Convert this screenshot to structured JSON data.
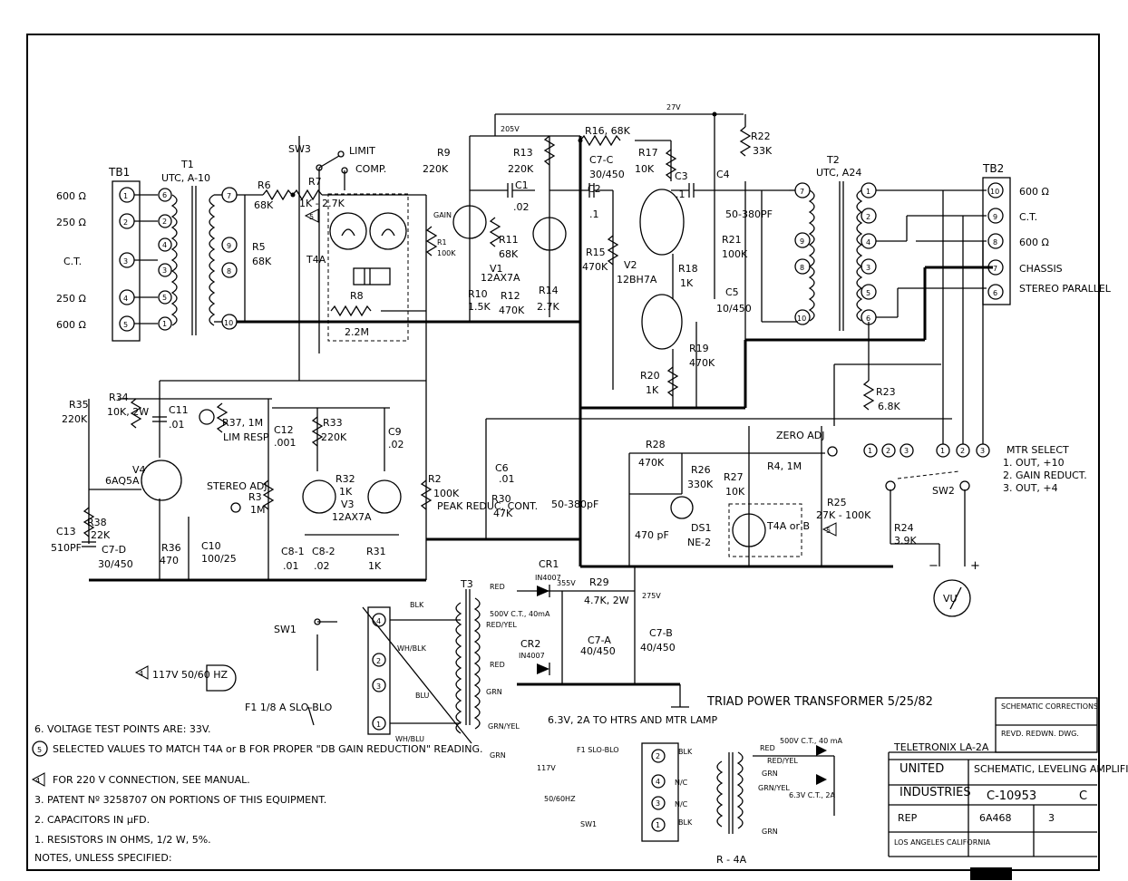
{
  "tb1": {
    "title": "TB1",
    "terminals": [
      {
        "num": "1",
        "label": "600 Ω"
      },
      {
        "num": "2",
        "label": "250 Ω"
      },
      {
        "num": "3",
        "label": "C.T."
      },
      {
        "num": "4",
        "label": "250 Ω"
      },
      {
        "num": "5",
        "label": "600 Ω"
      }
    ]
  },
  "tb2": {
    "title": "TB2",
    "terminals": [
      {
        "num": "10",
        "label": "600 Ω"
      },
      {
        "num": "9",
        "label": "C.T."
      },
      {
        "num": "8",
        "label": "600 Ω"
      },
      {
        "num": "7",
        "label": "CHASSIS"
      },
      {
        "num": "6",
        "label": "STEREO PARALLEL"
      }
    ]
  },
  "t1": {
    "name": "T1",
    "type": "UTC, A-10",
    "pri_pins": [
      "6",
      "2",
      "4",
      "3",
      "5",
      "1"
    ],
    "sec_pins": [
      "7",
      "9",
      "8",
      "10"
    ]
  },
  "t2": {
    "name": "T2",
    "type": "UTC, A24",
    "pri_pins": [
      "7",
      "9",
      "8",
      "10"
    ],
    "sec_pins": [
      "1",
      "2",
      "4",
      "3",
      "5",
      "6"
    ]
  },
  "t3": {
    "name": "T3"
  },
  "components": {
    "r6": "R6",
    "r6v": "68K",
    "r5": "R5",
    "r5v": "68K",
    "r7": "R7",
    "r7v": "1K - 2.7K",
    "r8": "R8",
    "r8v": "2.2M",
    "sw3": "SW3",
    "limit": "LIMIT",
    "comp": "COMP.",
    "t4a": "T4A",
    "gain": "GAIN",
    "r1": "R1",
    "r1v": "100K",
    "r9": "R9",
    "r9v": "220K",
    "r13": "R13",
    "r13v": "220K",
    "c1": "C1",
    "c1v": ".02",
    "r10": "R10",
    "r10v": "1.5K",
    "r11": "R11",
    "r11v": "68K",
    "r12": "R12",
    "r12v": "470K",
    "v1": "V1",
    "v1t": "12AX7A",
    "r14": "R14",
    "r14v": "2.7K",
    "r16": "R16, 68K",
    "c7c": "C7-C",
    "c7cv": "30/450",
    "c2": "C2",
    "c2v": ".1",
    "r15": "R15",
    "r15v": "470K",
    "r17": "R17",
    "r17v": "10K",
    "c3": "C3",
    "c3v": ".1",
    "v2": "V2",
    "v2t": "12BH7A",
    "r18": "R18",
    "r18v": "1K",
    "r20": "R20",
    "r20v": "1K",
    "r19": "R19",
    "r19v": "470K",
    "c4": "C4",
    "c4v": "50-380PF",
    "r21": "R21",
    "r21v": "100K",
    "c5": "C5",
    "c5v": "10/450",
    "r22": "R22",
    "r22v": "33K",
    "v27": "27V",
    "v205": "205V",
    "r35": "R35",
    "r35v": "220K",
    "r34": "R34",
    "r34v": "10K, 2W",
    "c11": "C11",
    "c11v": ".01",
    "r37": "R37, 1M",
    "limresp": "LIM RESP",
    "c12": "C12",
    "c12v": ".001",
    "r33": "R33",
    "r33v": "220K",
    "c9": "C9",
    "c9v": ".02",
    "v4": "V4",
    "v4t": "6AQ5A",
    "stereo_adj": "STEREO ADJ",
    "r3": "R3",
    "r3v": "1M",
    "r32": "R32",
    "r32v": "1K",
    "v3": "V3",
    "v3t": "12AX7A",
    "r2": "R2",
    "r2v": "100K",
    "peak": "PEAK REDUC. CONT.",
    "c6": "C6",
    "c6v": ".01",
    "r30": "R30",
    "r30v": "47K",
    "c50": "50-380pF",
    "r38": "R38",
    "r38v": "22K",
    "c7d": "C7-D",
    "c7dv": "30/450",
    "r36": "R36",
    "r36v": "470",
    "c10": "C10",
    "c10v": "100/25",
    "c13": "C13",
    "c13v": "510PF",
    "c81": "C8-1",
    "c81v": ".01",
    "c82": "C8-2",
    "c82v": ".02",
    "r31": "R31",
    "r31v": "1K",
    "r28": "R28",
    "r28v": "470K",
    "r26": "R26",
    "r26v": "330K",
    "r27": "R27",
    "r27v": "10K",
    "zero": "ZERO ADJ",
    "r4": "R4, 1M",
    "r25": "R25",
    "r25v": "27K - 100K",
    "r23": "R23",
    "r23v": "6.8K",
    "r24": "R24",
    "r24v": "3.9K",
    "c470": "470 pF",
    "ds1": "DS1",
    "ds1t": "NE-2",
    "t4ab": "T4A or B",
    "sw2": "SW2",
    "mtr_select": [
      "MTR SELECT",
      "1. OUT, +10",
      "2. GAIN REDUCT.",
      "3. OUT, +4"
    ],
    "cr1": "CR1",
    "cr1t": "IN4007",
    "cr2": "CR2",
    "cr2t": "IN4007",
    "r29": "R29",
    "r29v": "4.7K, 2W",
    "c7a": "C7-A",
    "c7av": "40/450",
    "c7b": "C7-B",
    "c7bv": "40/450",
    "red": "RED",
    "redyel": "RED/YEL",
    "sec": "500V C.T., 40mA",
    "blk": "BLK",
    "whblk": "WH/BLK",
    "blu": "BLU",
    "whblu": "WH/BLU",
    "grn": "GRN",
    "grnyel": "GRN/YEL",
    "heaters": "6.3V, 2A TO HTRS AND MTR LAMP",
    "sw1": "SW1",
    "ac": "117V 50/60 HZ",
    "fuse": "F1 1/8 A SLO-BLO",
    "v355": "355V",
    "v275": "275V",
    "triad": "TRIAD POWER TRANSFORMER  5/25/82"
  },
  "inset": {
    "ac": "117V",
    "freq": "50/60HZ",
    "fuse": "F1 SLO-BLO",
    "sw1": "SW1",
    "blk": "BLK",
    "nc1": "N/C",
    "nc2": "N/C",
    "blk2": "BLK",
    "red": "RED",
    "sec": "500V C.T., 40 mA",
    "redyel": "RED/YEL",
    "grn": "GRN",
    "grnyel": "GRN/YEL",
    "grn2": "GRN",
    "htr": "6.3V C.T., 2A",
    "label": "R - 4A"
  },
  "notes": [
    "6. VOLTAGE TEST POINTS ARE: 33V.",
    "SELECTED VALUES TO MATCH T4A or B FOR PROPER \"DB GAIN REDUCTION\" READING.",
    "FOR 220 V CONNECTION, SEE MANUAL.",
    "3. PATENT Nº 3258707 ON PORTIONS OF THIS EQUIPMENT.",
    "2. CAPACITORS IN μFD.",
    "1. RESISTORS IN OHMS, 1/2 W, 5%.",
    "NOTES, UNLESS SPECIFIED:"
  ],
  "note_marks": [
    "5",
    "4"
  ],
  "title_block": {
    "company": "TELETRONIX LA-2A",
    "united": "UNITED",
    "industries": "INDUSTRIES",
    "title": "SCHEMATIC, LEVELING AMPLIFIER",
    "dwg_no": "C-10953",
    "rev": "C",
    "rep": "REP",
    "date": "6A468",
    "sheet": "3",
    "location": "LOS ANGELES CALIFORNIA",
    "rev_notes": [
      "SCHEMATIC CORRECTIONS",
      "REVD. REDWN. DWG."
    ]
  }
}
